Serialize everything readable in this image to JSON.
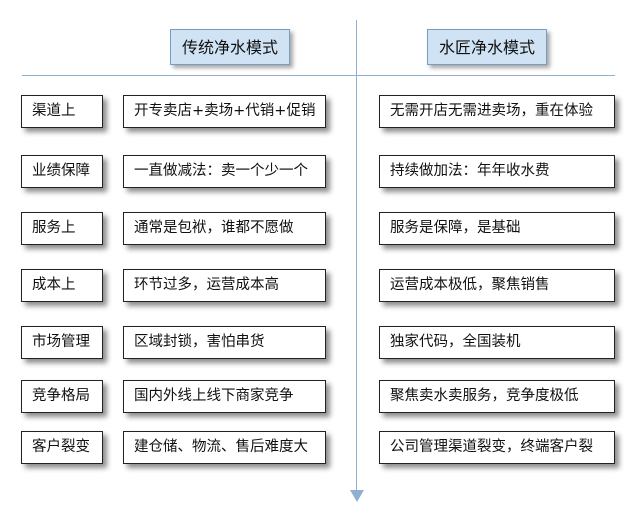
{
  "headers": {
    "traditional": "传统净水模式",
    "water_craftsman": "水匠净水模式"
  },
  "rows": [
    {
      "label": "渠道上",
      "traditional": "开专卖店+卖场+代销+促销",
      "water_craftsman": "无需开店无需进卖场，重在体验"
    },
    {
      "label": "业绩保障",
      "traditional": "一直做减法：卖一个少一个",
      "water_craftsman": "持续做加法：年年收水费"
    },
    {
      "label": "服务上",
      "traditional": "通常是包袱，谁都不愿做",
      "water_craftsman": "服务是保障，是基础"
    },
    {
      "label": "成本上",
      "traditional": "环节过多，运营成本高",
      "water_craftsman": "运营成本极低，聚焦销售"
    },
    {
      "label": "市场管理",
      "traditional": "区域封锁，害怕串货",
      "water_craftsman": "独家代码，全国装机"
    },
    {
      "label": "竞争格局",
      "traditional": "国内外线上线下商家竞争",
      "water_craftsman": "聚焦卖水卖服务，竞争度极低"
    },
    {
      "label": "客户裂变",
      "traditional": "建仓储、物流、售后难度大",
      "water_craftsman": "公司管理渠道裂变，终端客户裂"
    }
  ]
}
